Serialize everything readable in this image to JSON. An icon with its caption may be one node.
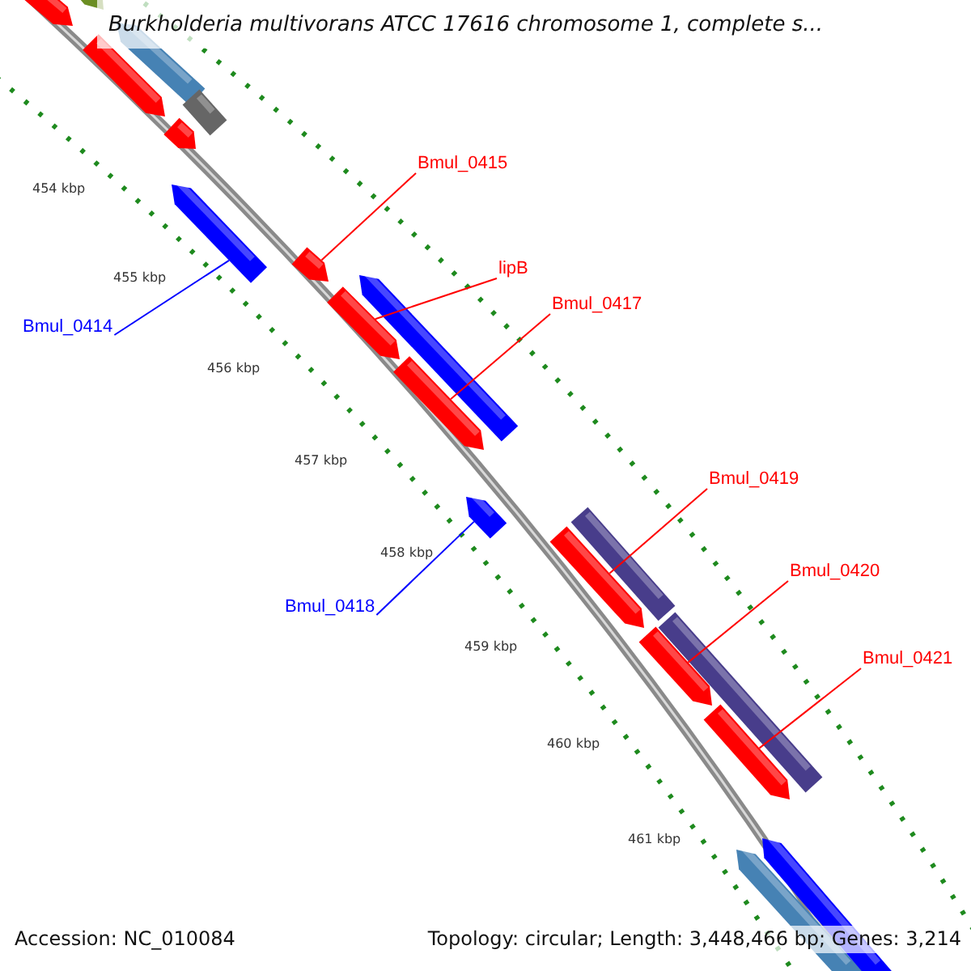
{
  "diagram": {
    "title": "Burkholderia multivorans ATCC 17616 chromosome 1, complete s...",
    "nodes": [
      {
        "text": [],
        "shape": "arrow"
      },
      {
        "text": [],
        "shape": "arrow"
      },
      {
        "text": [],
        "shape": "arrow"
      },
      {
        "text": [],
        "shape": "arrow"
      },
      {
        "text": [],
        "shape": "bar"
      },
      {
        "text": [],
        "shape": "arrow"
      },
      {
        "text": [],
        "shape": "arrow"
      },
      {
        "text": [],
        "shape": "arrow"
      },
      {
        "text": [],
        "shape": "arrow"
      },
      {
        "text": [],
        "shape": "arrow"
      },
      {
        "text": [],
        "shape": "arrow"
      },
      {
        "text": [],
        "shape": "arrow"
      },
      {
        "text": [],
        "shape": "bar"
      },
      {
        "text": [],
        "shape": "arrow"
      },
      {
        "text": [],
        "shape": "arrow"
      },
      {
        "text": [],
        "shape": "bar"
      },
      {
        "text": [],
        "shape": "arrow"
      },
      {
        "text": [],
        "shape": "arrow"
      },
      {
        "text": [],
        "shape": "arrow"
      },
      {
        "text": [
          "Bmul_0415"
        ]
      },
      {
        "text": [
          "lipB"
        ]
      },
      {
        "text": [
          "Bmul_0417"
        ]
      },
      {
        "text": [
          "Bmul_0414"
        ]
      },
      {
        "text": [
          "Bmul_0419"
        ]
      },
      {
        "text": [
          "Bmul_0418"
        ]
      },
      {
        "text": [
          "Bmul_0420"
        ]
      },
      {
        "text": [
          "Bmul_0421"
        ]
      }
    ],
    "edges": [
      {
        "from": 19,
        "to": 7,
        "arrow": "none"
      },
      {
        "from": 20,
        "to": 8,
        "arrow": "none"
      },
      {
        "from": 21,
        "to": 10,
        "arrow": "none"
      },
      {
        "from": 22,
        "to": 6,
        "arrow": "none",
        "color": "#0000ff"
      },
      {
        "from": 23,
        "to": 13,
        "arrow": "none"
      },
      {
        "from": 24,
        "to": 11,
        "arrow": "none",
        "color": "#0000ff"
      },
      {
        "from": 25,
        "to": 14,
        "arrow": "none"
      },
      {
        "from": 26,
        "to": 16,
        "arrow": "none"
      }
    ],
    "labels": [
      "454 kbp",
      "455 kbp",
      "456 kbp",
      "457 kbp",
      "458 kbp",
      "459 kbp",
      "460 kbp",
      "461 kbp",
      "Accession: NC_010084",
      "Topology: circular; Length: 3,448,466 bp; Genes: 3,214"
    ]
  }
}
